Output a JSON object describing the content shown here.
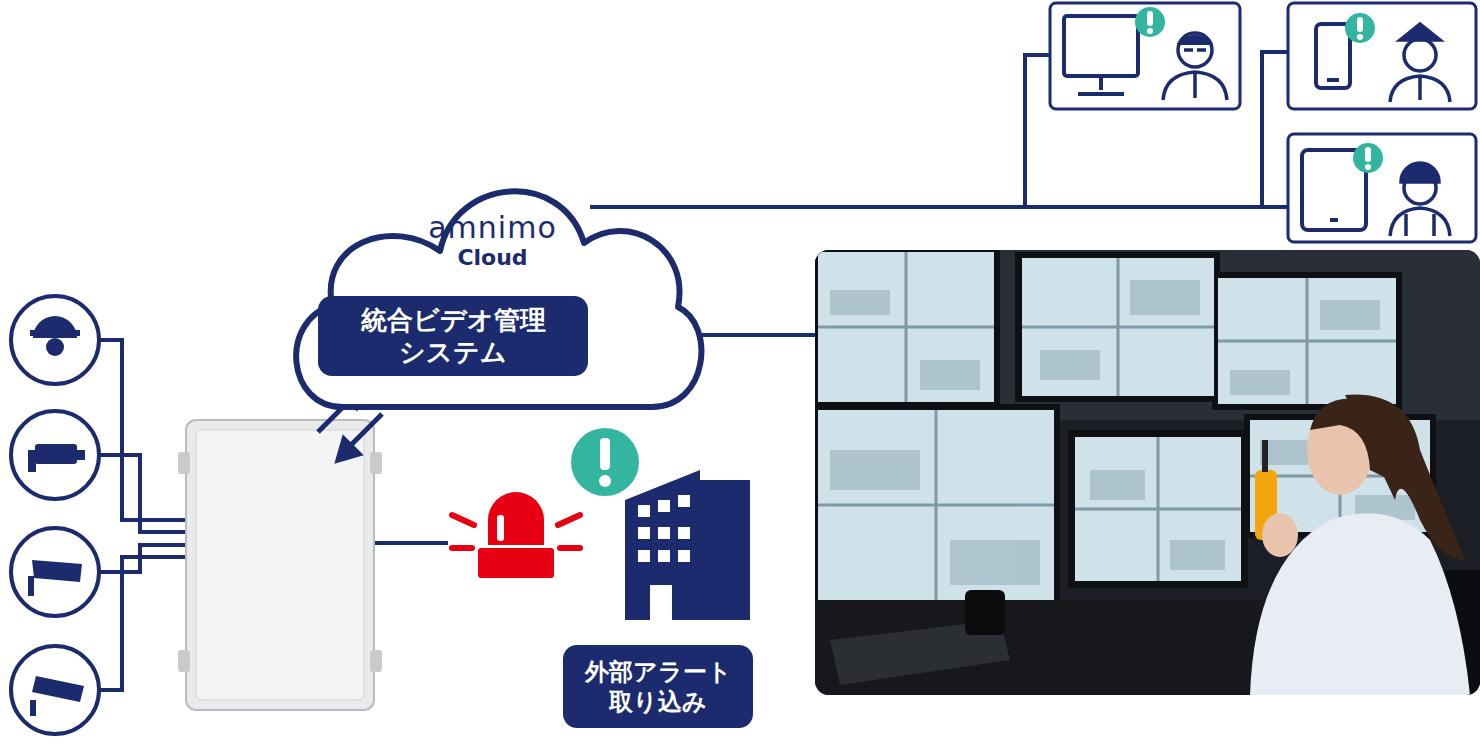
{
  "diagram": {
    "nodes": [
      {
        "text": [
          "amnimo",
          "Cloud"
        ]
      },
      {
        "text": [
          "統合ビデオ管理 システム"
        ],
        "in": 0
      },
      {
        "text": [
          "外部アラート 取り込み"
        ]
      }
    ]
  }
}
